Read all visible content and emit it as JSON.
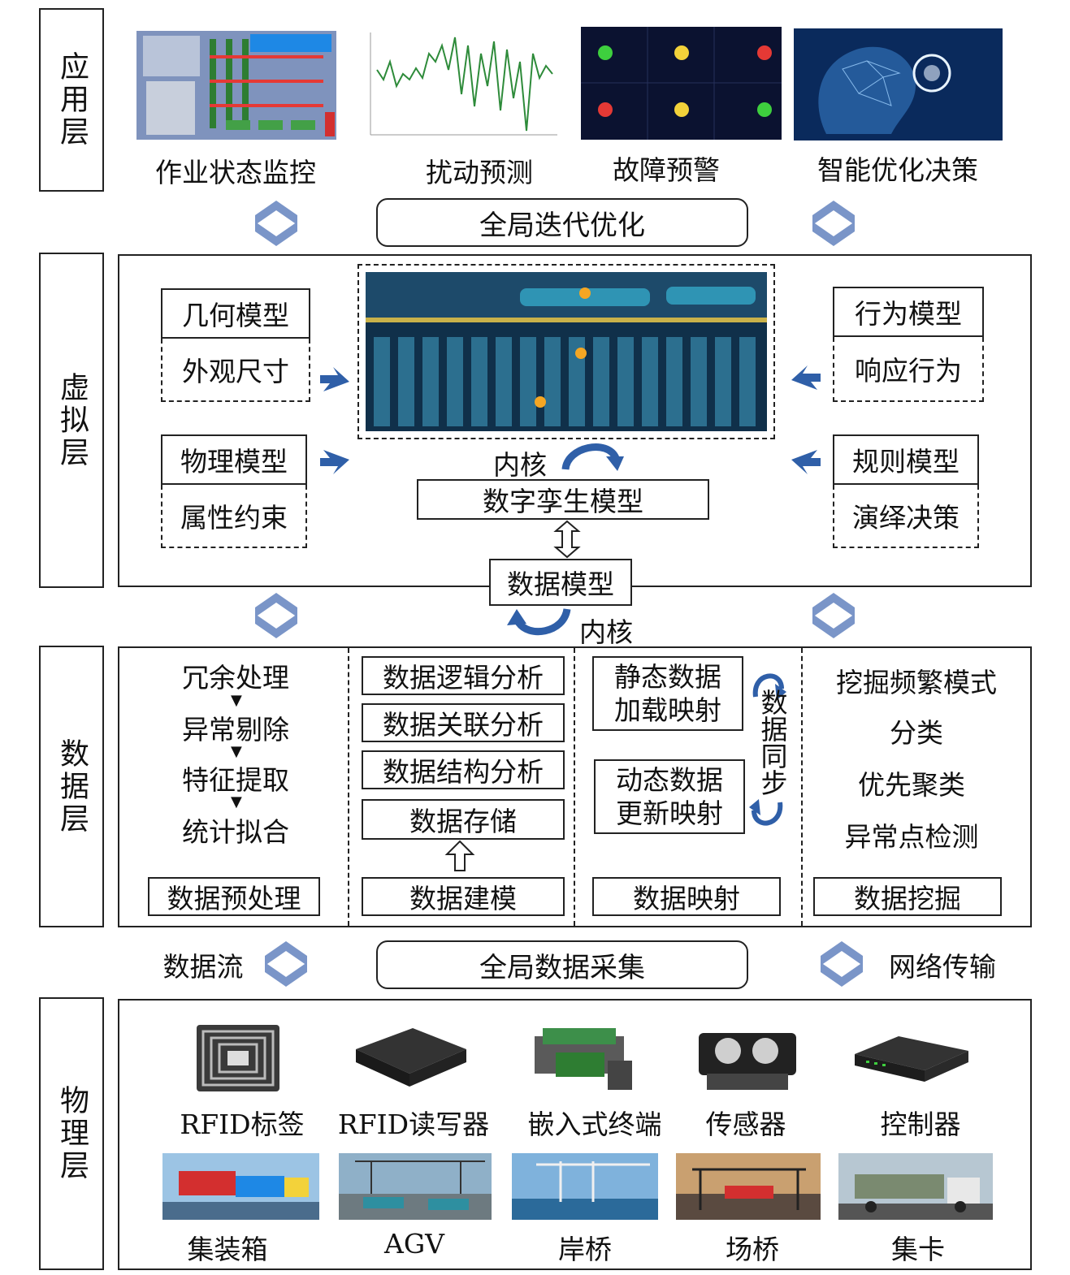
{
  "layers": {
    "app": "应用层",
    "virtual": "虚拟层",
    "data": "数据层",
    "physical": "物理层"
  },
  "app": {
    "items": [
      "作业状态监控",
      "扰动预测",
      "故障预警",
      "智能优化决策"
    ],
    "global": "全局迭代优化"
  },
  "virtual": {
    "geometry": {
      "title": "几何模型",
      "sub": "外观尺寸"
    },
    "physics": {
      "title": "物理模型",
      "sub": "属性约束"
    },
    "behavior": {
      "title": "行为模型",
      "sub": "响应行为"
    },
    "rule": {
      "title": "规则模型",
      "sub": "演绎决策"
    },
    "core_top": "内核",
    "twin": "数字孪生模型",
    "data_model": "数据模型",
    "core_bottom": "内核"
  },
  "data": {
    "pre": {
      "steps": [
        "冗余处理",
        "异常剔除",
        "特征提取",
        "统计拟合"
      ],
      "label": "数据预处理"
    },
    "model": {
      "steps": [
        "数据逻辑分析",
        "数据关联分析",
        "数据结构分析",
        "数据存储"
      ],
      "label": "数据建模"
    },
    "map": {
      "static": [
        "静态数据",
        "加载映射"
      ],
      "dynamic": [
        "动态数据",
        "更新映射"
      ],
      "sync": "数据同步",
      "label": "数据映射"
    },
    "mine": {
      "steps": [
        "挖掘频繁模式",
        "分类",
        "优先聚类",
        "异常点检测"
      ],
      "label": "数据挖掘"
    }
  },
  "flow": {
    "left": "数据流",
    "center": "全局数据采集",
    "right": "网络传输"
  },
  "physical": {
    "devices": [
      "RFID标签",
      "RFID读写器",
      "嵌入式终端",
      "传感器",
      "控制器"
    ],
    "equipment": [
      "集装箱",
      "AGV",
      "岸桥",
      "场桥",
      "集卡"
    ]
  },
  "colors": {
    "chevron": "#7a95c8",
    "arrow_blue": "#2f5fa8"
  }
}
